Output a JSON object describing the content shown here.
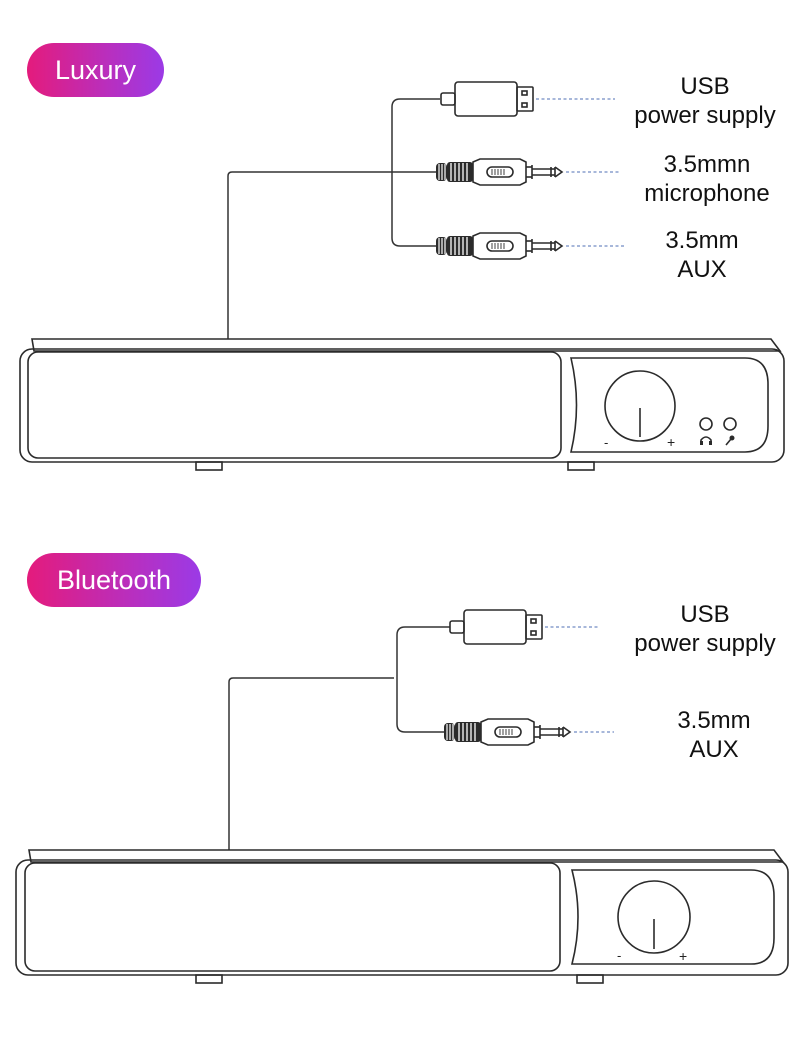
{
  "sections": [
    {
      "badge": "Luxury",
      "labels": [
        {
          "lines": [
            "USB",
            "power supply"
          ]
        },
        {
          "lines": [
            "3.5mmn",
            "microphone"
          ]
        },
        {
          "lines": [
            "3.5mm",
            "AUX"
          ]
        }
      ],
      "knob": {
        "minus": "-",
        "plus": "+"
      },
      "icons": [
        "headphone-icon",
        "microphone-icon"
      ]
    },
    {
      "badge": "Bluetooth",
      "labels": [
        {
          "lines": [
            "USB",
            "power supply"
          ]
        },
        {
          "lines": [
            "3.5mm",
            "AUX"
          ]
        }
      ],
      "knob": {
        "minus": "-",
        "plus": "+"
      }
    }
  ],
  "colors": {
    "badge_start": "#e41b7c",
    "badge_end": "#9b3ae6",
    "line": "#2b2b2b",
    "leader": "#4f6fb5"
  }
}
